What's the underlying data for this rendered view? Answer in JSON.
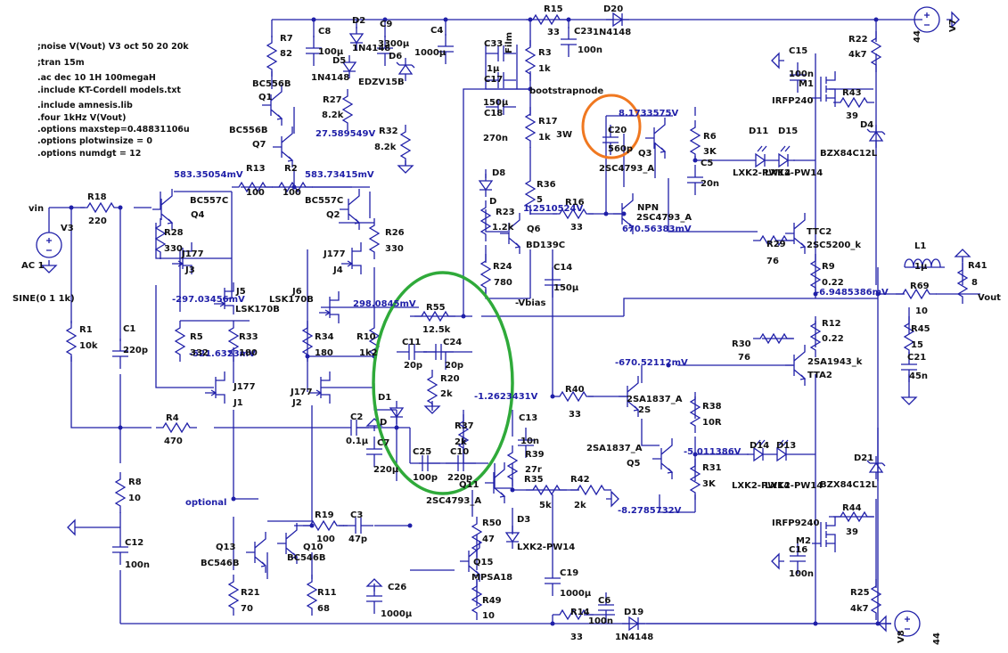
{
  "directives": [
    ";noise V(Vout) V3 oct 50 20 20k",
    ";tran 15m",
    ".ac dec 10 1H 100megaH",
    ".include KT-Cordell models.txt",
    ".include amnesis.lib",
    ".four 1kHz V(Vout)",
    ".options maxstep=0.48831106u",
    ".options plotwinsize = 0",
    ".options numdgt = 12"
  ],
  "nets": {
    "vin": "vin",
    "vout": "Vout",
    "bootstrap": "bootstrapnode",
    "vbias": "-Vbias",
    "optional": "optional"
  },
  "voltages": {
    "n1": "27.589549V",
    "n2": "583.35054mV",
    "n3": "583.73415mV",
    "n4": "-297.03456mV",
    "n5": "298.0845mV",
    "n6": "-521.6323mV",
    "n7": "1.2510524V",
    "n8": "8.1733575V",
    "n9": "670.56383mV",
    "n10": "-6.9485386mV",
    "n11": "-670.52112mV",
    "n12": "-1.2623431V",
    "n13": "-5.011386V",
    "n14": "-8.2785732V"
  },
  "sources": {
    "v3": {
      "name": "V3",
      "ac": "AC 1",
      "sine": "SINE(0 1 1k)"
    },
    "v7": {
      "name": "V7",
      "value": "44"
    },
    "v8": {
      "name": "V8",
      "value": "44"
    }
  },
  "components": {
    "R7": {
      "name": "R7",
      "value": "82"
    },
    "C8": {
      "name": "C8",
      "value": "100µ"
    },
    "D2": {
      "name": "D2",
      "value": "1N4148"
    },
    "C9": {
      "name": "C9",
      "value": "3300µ"
    },
    "D5": {
      "name": "D5",
      "value": "1N4148"
    },
    "D6": {
      "name": "D6",
      "value": "EDZV15B"
    },
    "C4": {
      "name": "C4",
      "value": "1000µ"
    },
    "R15": {
      "name": "R15",
      "value": "33"
    },
    "D20": {
      "name": "D20",
      "value": "1N4148"
    },
    "C23": {
      "name": "C23",
      "value": "100n"
    },
    "R22": {
      "name": "R22",
      "value": "4k7"
    },
    "Q1": {
      "name": "Q1",
      "value": "BC556B"
    },
    "Q7": {
      "name": "Q7",
      "value": "BC556B"
    },
    "R27": {
      "name": "R27",
      "value": "8.2k"
    },
    "R32": {
      "name": "R32",
      "value": "8.2k"
    },
    "C33": {
      "name": "C33",
      "value": "1µ",
      "extra": "Film"
    },
    "C17": {
      "name": "C17",
      "value": "150µ"
    },
    "C18": {
      "name": "C18",
      "value": "270n"
    },
    "R3": {
      "name": "R3",
      "value": "1k"
    },
    "R17": {
      "name": "R17",
      "value": "1k",
      "extra": "3W"
    },
    "C15": {
      "name": "C15",
      "value": "100n"
    },
    "M1": {
      "name": "M1",
      "value": "IRFP240"
    },
    "R43": {
      "name": "R43",
      "value": "39"
    },
    "D4": {
      "name": "D4",
      "value": "BZX84C12L"
    },
    "C20": {
      "name": "C20",
      "value": "560p"
    },
    "Q3": {
      "name": "Q3",
      "value": "2SC4793_A"
    },
    "R6": {
      "name": "R6",
      "value": "3K"
    },
    "C5": {
      "name": "C5",
      "value": "20n"
    },
    "D11": {
      "name": "D11",
      "value": "LXK2-PW14"
    },
    "D15": {
      "name": "D15",
      "value": "LXK2-PW14"
    },
    "R13": {
      "name": "R13",
      "value": "100"
    },
    "R2": {
      "name": "R2",
      "value": "100"
    },
    "Q4": {
      "name": "Q4",
      "value": "BC557C"
    },
    "Q2": {
      "name": "Q2",
      "value": "BC557C"
    },
    "R18": {
      "name": "R18",
      "value": "220"
    },
    "R28": {
      "name": "R28",
      "value": "330"
    },
    "J3": {
      "name": "J3",
      "value": "J177"
    },
    "R26": {
      "name": "R26",
      "value": "330"
    },
    "J4": {
      "name": "J4",
      "value": "J177"
    },
    "D8": {
      "name": "D8",
      "value": "D"
    },
    "R36": {
      "name": "R36",
      "value": "5"
    },
    "R16": {
      "name": "R16",
      "value": "33"
    },
    "Q6": {
      "name": "Q6",
      "value": "BD139C"
    },
    "R23": {
      "name": "R23",
      "value": "1.2k"
    },
    "Q_npn": {
      "name": "NPN",
      "value": "2SC4793_A"
    },
    "TTC2": {
      "name": "TTC2",
      "value": "2SC5200_k"
    },
    "R29": {
      "name": "R29",
      "value": "76"
    },
    "R9": {
      "name": "R9",
      "value": "0.22"
    },
    "L1": {
      "name": "L1",
      "value": "1µ"
    },
    "R41": {
      "name": "R41",
      "value": "8"
    },
    "R69": {
      "name": "R69",
      "value": "10"
    },
    "J5": {
      "name": "J5",
      "value": "LSK170B"
    },
    "J6": {
      "name": "J6",
      "value": "LSK170B"
    },
    "R24": {
      "name": "R24",
      "value": "780"
    },
    "C14": {
      "name": "C14",
      "value": "150µ"
    },
    "R1": {
      "name": "R1",
      "value": "10k"
    },
    "C1": {
      "name": "C1",
      "value": "220p"
    },
    "R55": {
      "name": "R55",
      "value": "12.5k"
    },
    "R45": {
      "name": "R45",
      "value": "15"
    },
    "C21": {
      "name": "C21",
      "value": "45n"
    },
    "R12": {
      "name": "R12",
      "value": "0.22"
    },
    "R5": {
      "name": "R5",
      "value": "332"
    },
    "R33": {
      "name": "R33",
      "value": "180"
    },
    "R34": {
      "name": "R34",
      "value": "180"
    },
    "R10": {
      "name": "R10",
      "value": "1k2"
    },
    "C11": {
      "name": "C11",
      "value": "20p"
    },
    "C24": {
      "name": "C24",
      "value": "20p"
    },
    "R30": {
      "name": "R30",
      "value": "76"
    },
    "TTA2": {
      "name": "2SA1943_k",
      "value": "TTA2"
    },
    "R20": {
      "name": "R20",
      "value": "2k"
    },
    "J1": {
      "name": "J1",
      "value": "J177"
    },
    "J2": {
      "name": "J2",
      "value": "J177"
    },
    "D1": {
      "name": "D1",
      "value": "D"
    },
    "R40": {
      "name": "R40",
      "value": "33"
    },
    "Q2S": {
      "name": "2S",
      "value": "2SA1837_A"
    },
    "R38": {
      "name": "R38",
      "value": "10R"
    },
    "R4": {
      "name": "R4",
      "value": "470"
    },
    "C2": {
      "name": "C2",
      "value": "0.1µ"
    },
    "C7": {
      "name": "C7",
      "value": "220µ"
    },
    "R37": {
      "name": "R37",
      "value": "2k"
    },
    "C13": {
      "name": "C13",
      "value": "10n"
    },
    "Q5": {
      "name": "Q5",
      "value": "2SA1837_A"
    },
    "C25": {
      "name": "C25",
      "value": "100p"
    },
    "C10": {
      "name": "C10",
      "value": "220p"
    },
    "R39": {
      "name": "R39",
      "value": "27r"
    },
    "D14": {
      "name": "D14",
      "value": "LXK2-PW14"
    },
    "D13": {
      "name": "D13",
      "value": "LXK2-PW14"
    },
    "R31": {
      "name": "R31",
      "value": "3K"
    },
    "D21": {
      "name": "D21",
      "value": "BZX84C12L"
    },
    "R8": {
      "name": "R8",
      "value": "10"
    },
    "Q11": {
      "name": "Q11",
      "value": "2SC4793_A"
    },
    "R35": {
      "name": "R35",
      "value": "5k"
    },
    "R42": {
      "name": "R42",
      "value": "2k"
    },
    "D3": {
      "name": "D3",
      "value": "LXK2-PW14"
    },
    "R19": {
      "name": "R19",
      "value": "100"
    },
    "C3": {
      "name": "C3",
      "value": "47p"
    },
    "Q13": {
      "name": "Q13",
      "value": "BC546B"
    },
    "Q10": {
      "name": "Q10",
      "value": "BC546B"
    },
    "C12": {
      "name": "C12",
      "value": "100n"
    },
    "R50": {
      "name": "R50",
      "value": "47"
    },
    "Q15": {
      "name": "Q15",
      "value": "MPSA18"
    },
    "M2": {
      "name": "M2",
      "value": "IRFP9240"
    },
    "R44": {
      "name": "R44",
      "value": "39"
    },
    "C16": {
      "name": "C16",
      "value": "100n"
    },
    "R21": {
      "name": "R21",
      "value": "70"
    },
    "R11": {
      "name": "R11",
      "value": "68"
    },
    "C26": {
      "name": "C26",
      "value": "1000µ"
    },
    "C19": {
      "name": "C19",
      "value": "1000µ"
    },
    "R49": {
      "name": "R49",
      "value": "10"
    },
    "C6": {
      "name": "C6",
      "value": "100n"
    },
    "R14": {
      "name": "R14",
      "value": "33"
    },
    "D19": {
      "name": "D19",
      "value": "1N4148"
    },
    "R25": {
      "name": "R25",
      "value": "4k7"
    }
  },
  "highlights": {
    "orange": "#f07820",
    "green": "#2faa3a"
  },
  "colors": {
    "wire": "#1f1fa8",
    "text": "#111111",
    "voltage": "#1f1fa8",
    "background": "#ffffff"
  }
}
